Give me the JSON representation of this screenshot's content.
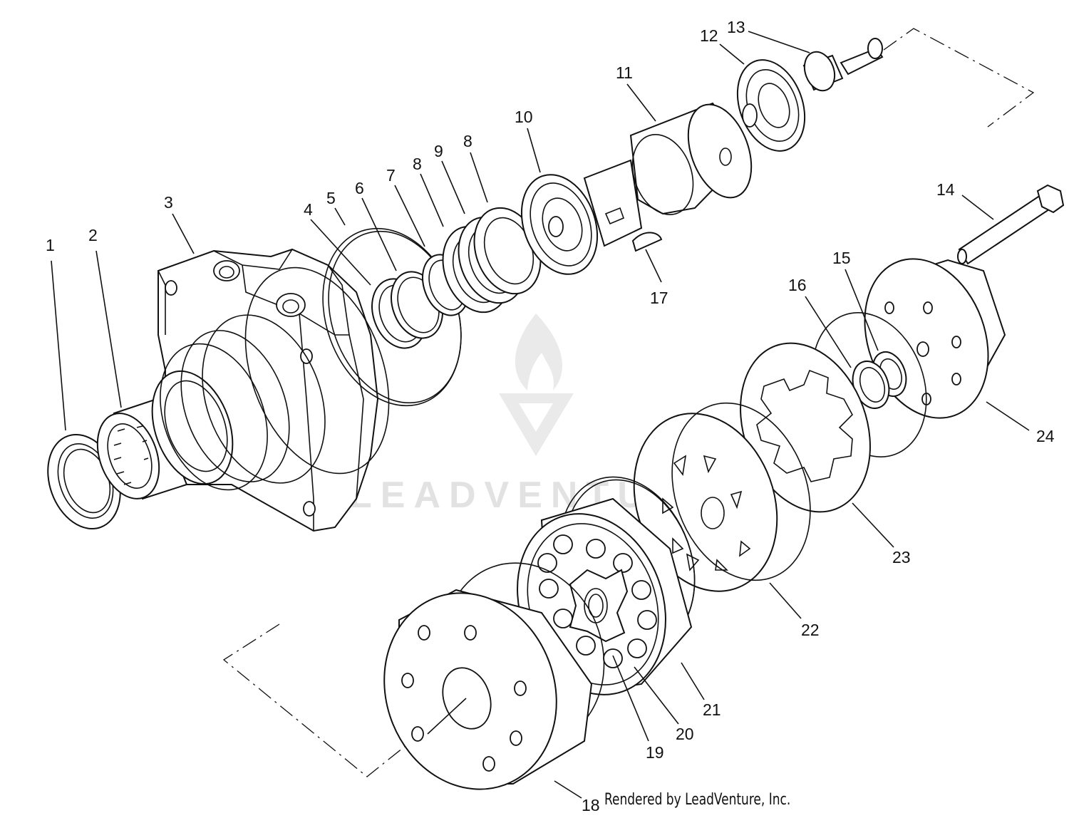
{
  "callouts": [
    "1",
    "2",
    "3",
    "4",
    "5",
    "6",
    "7",
    "8",
    "8",
    "9",
    "10",
    "11",
    "12",
    "13",
    "14",
    "15",
    "16",
    "17",
    "18",
    "19",
    "20",
    "21",
    "22",
    "23",
    "24"
  ],
  "watermark": {
    "text": "LEADVENTURE",
    "logo_icon": "leadventure-flame-v-logo"
  },
  "footer": {
    "credit": "Rendered by LeadVenture, Inc."
  },
  "colors": {
    "line": "#111111",
    "background": "#ffffff",
    "watermark": "#d9d9d9"
  }
}
